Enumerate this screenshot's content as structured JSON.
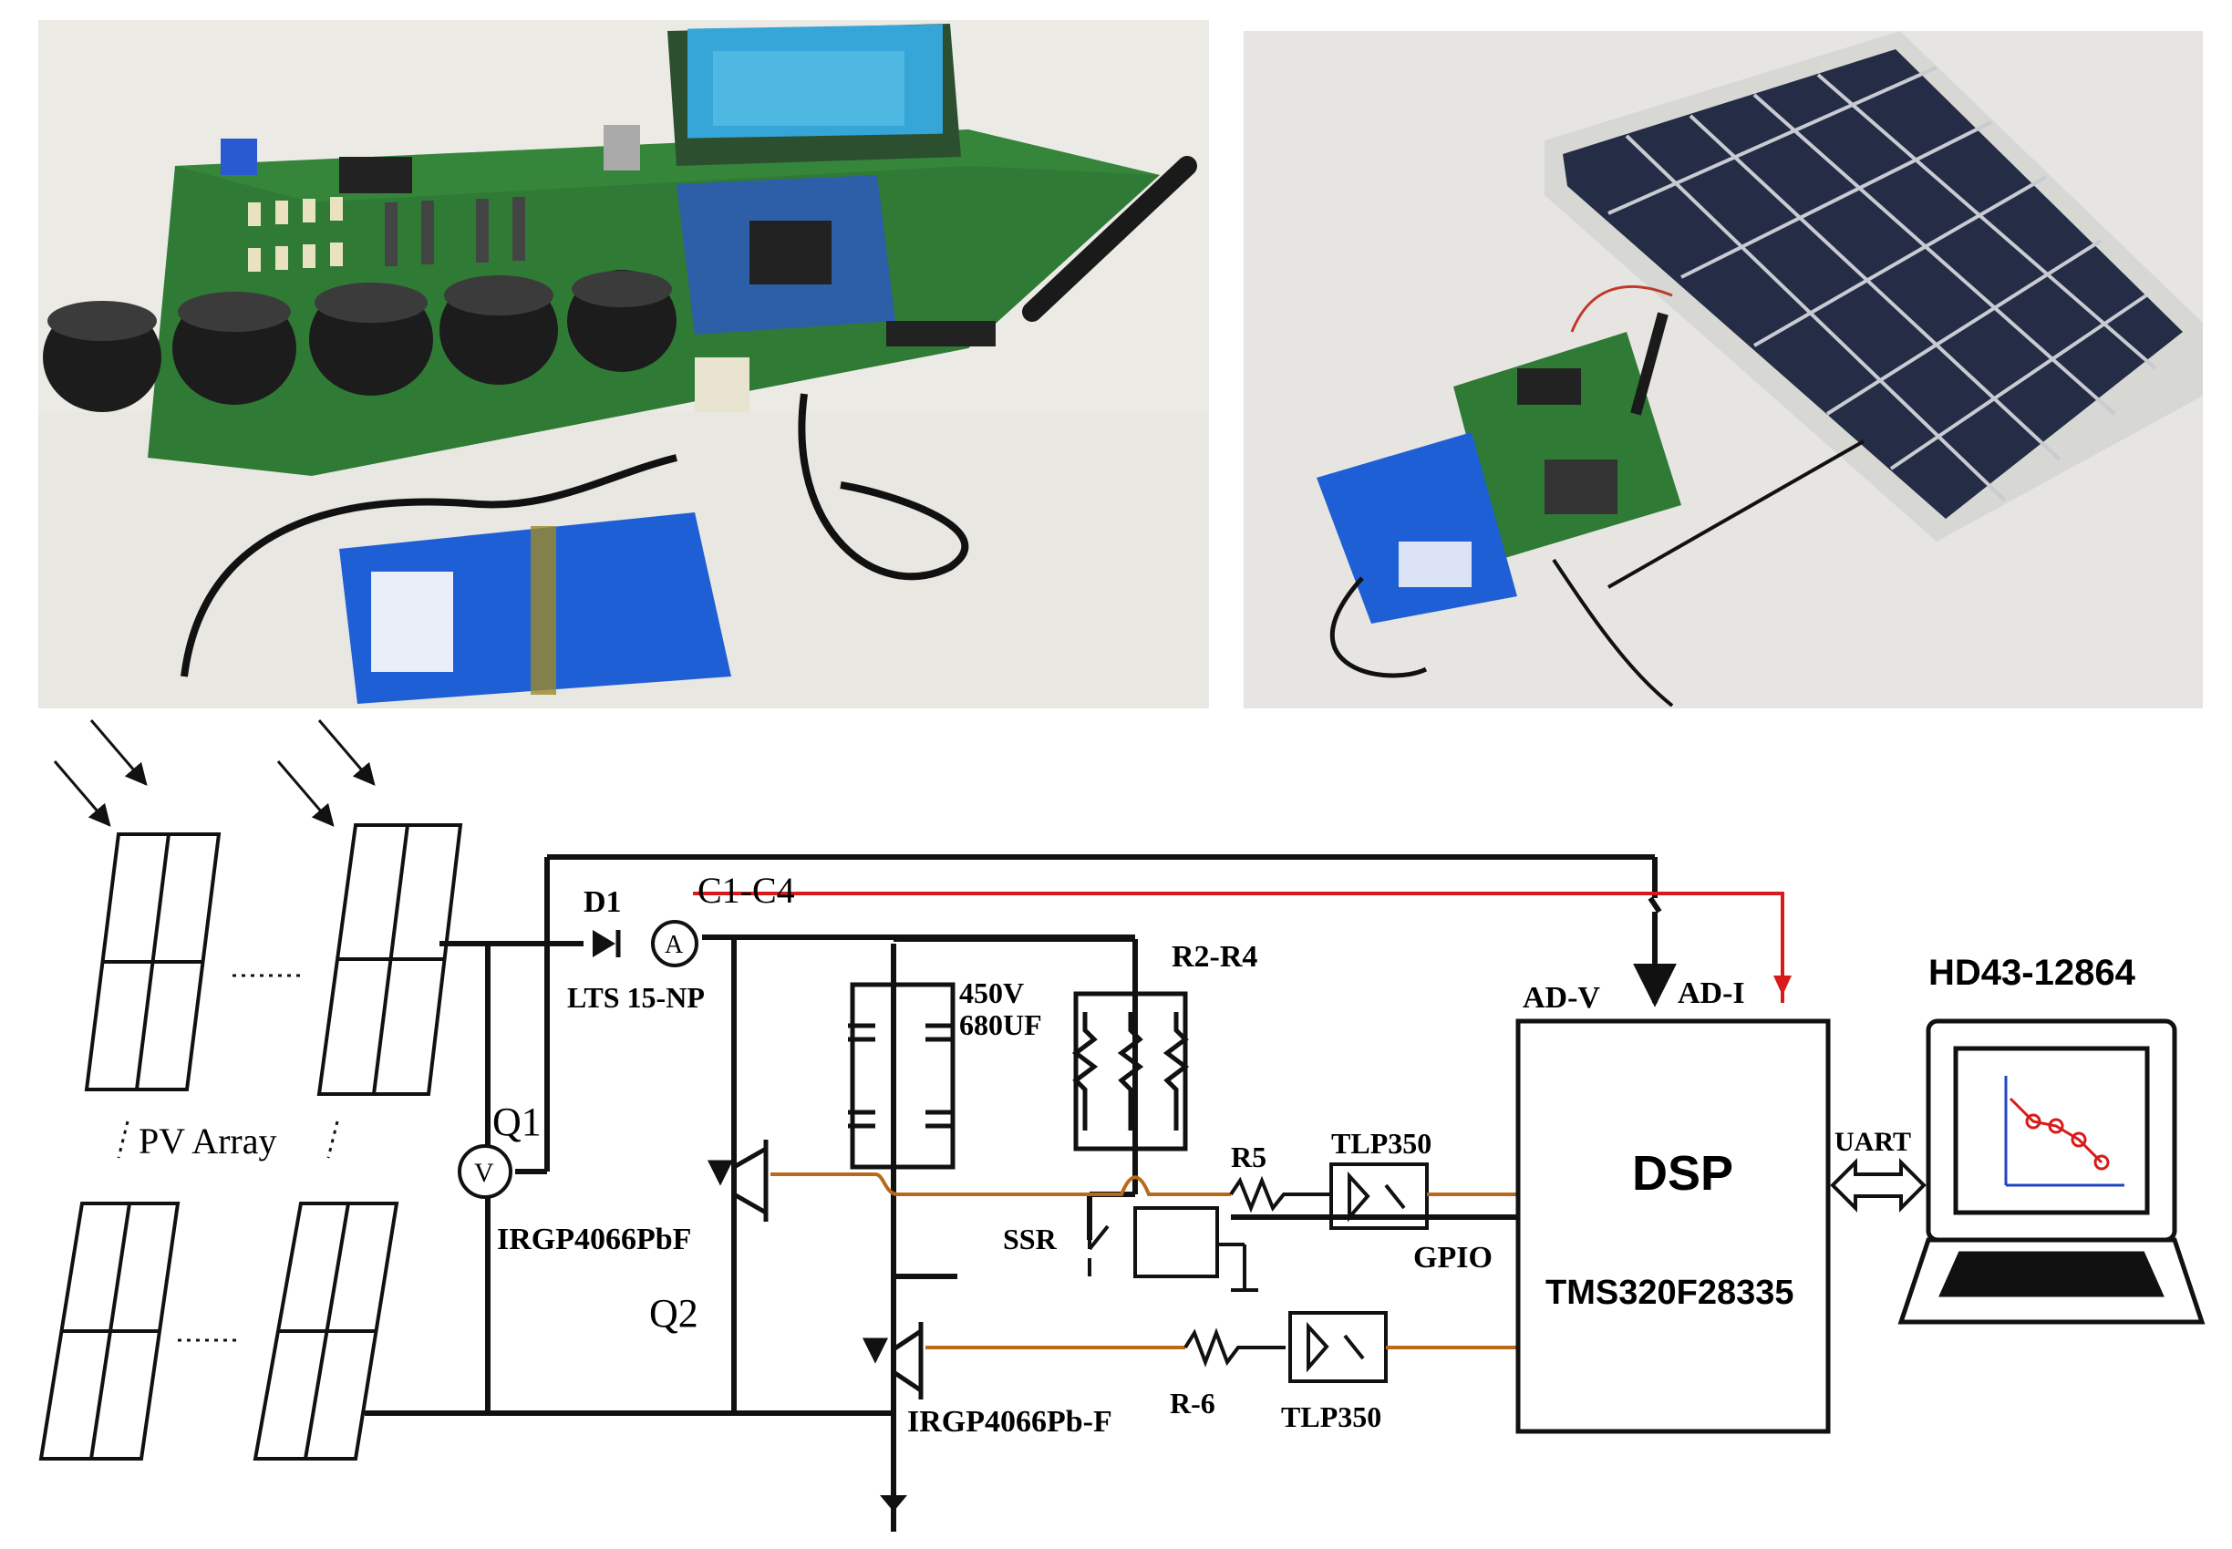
{
  "photos": {
    "hardware_board": "photo of controller board with capacitors, LCD, antenna and battery",
    "pv_setup": "photo of solar panel connected to board and battery"
  },
  "labels": {
    "pv_array": "PV  Array",
    "d1": "D1",
    "c1c4": "C1-C4",
    "lts": "LTS 15-NP",
    "cap_v": "450V",
    "cap_f": "680UF",
    "r2r4": "R2-R4",
    "q1": "Q1",
    "irgp_a": "IRGP4066PbF",
    "q2": "Q2",
    "irgp_b": "IRGP4066Pb-F",
    "r5": "R5",
    "r6": "R-6",
    "tlp_a": "TLP350",
    "tlp_b": "TLP350",
    "ssr": "SSR",
    "gpio": "GPIO",
    "adv": "AD-V",
    "adi": "AD-I",
    "dsp": "DSP",
    "dsp_chip": "TMS320F28335",
    "uart": "UART",
    "lcd": "HD43-12864",
    "volt_meter": "V",
    "amp_meter": "A"
  },
  "colors": {
    "wire": "#111111",
    "signal_red": "#d81a1a",
    "gate_orange": "#b86a1a",
    "panel_blue": "#2a3550",
    "board_green": "#2f7a35",
    "battery_blue": "#1f5fd6"
  }
}
